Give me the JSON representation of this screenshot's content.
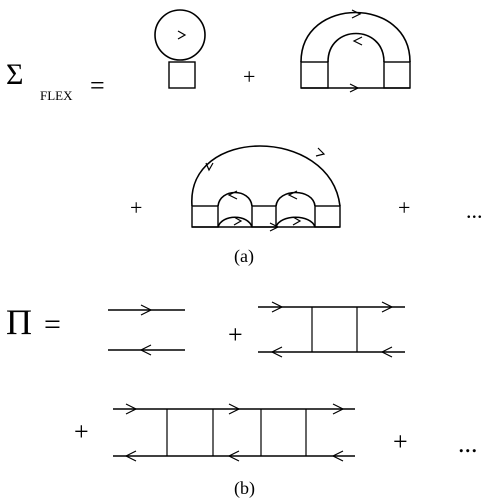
{
  "part_a": {
    "lhs_symbol": "Σ",
    "lhs_subscript": "FLEX",
    "equals": "=",
    "plus_1": "+",
    "plus_2": "+",
    "plus_3": "+",
    "ellipsis": "...",
    "caption": "(a)"
  },
  "part_b": {
    "lhs_symbol": "Π",
    "equals": "=",
    "plus_1": "+",
    "plus_2": "+",
    "plus_3": "+",
    "ellipsis": "...",
    "caption": "(b)"
  }
}
